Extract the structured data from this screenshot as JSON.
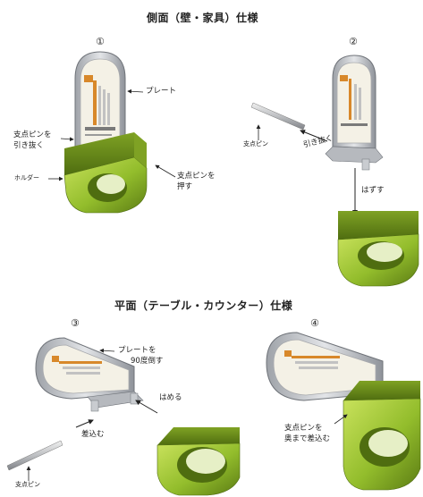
{
  "titles": {
    "side": "側面（壁・家具）仕様",
    "flat": "平面（テーブル・カウンター）仕様"
  },
  "steps": [
    "①",
    "②",
    "③",
    "④"
  ],
  "labels": {
    "plate": "プレート",
    "pin_pull_1": "支点ピンを",
    "pin_pull_2": "引き抜く",
    "holder": "ホルダー",
    "pin_push_1": "支点ピンを",
    "pin_push_2": "押す",
    "pin": "支点ピン",
    "pull_out": "引き抜く",
    "remove": "はずす",
    "plate_tilt_1": "プレートを",
    "plate_tilt_2": "90度倒す",
    "fit": "はめる",
    "insert": "差込む",
    "pin_deep_1": "支点ピンを",
    "pin_deep_2": "奥まで差込む"
  },
  "colors": {
    "holder_light": "#b9d84a",
    "holder_mid": "#8fb82b",
    "holder_dark": "#5e7f16",
    "frame": "#c9ccd0",
    "frame_dark": "#8d9197",
    "plate_bg": "#f4f1e6",
    "accent": "#d8882a"
  },
  "icons": [
    "arrow-icon",
    "support-pin-icon",
    "plate-icon",
    "holder-icon"
  ]
}
